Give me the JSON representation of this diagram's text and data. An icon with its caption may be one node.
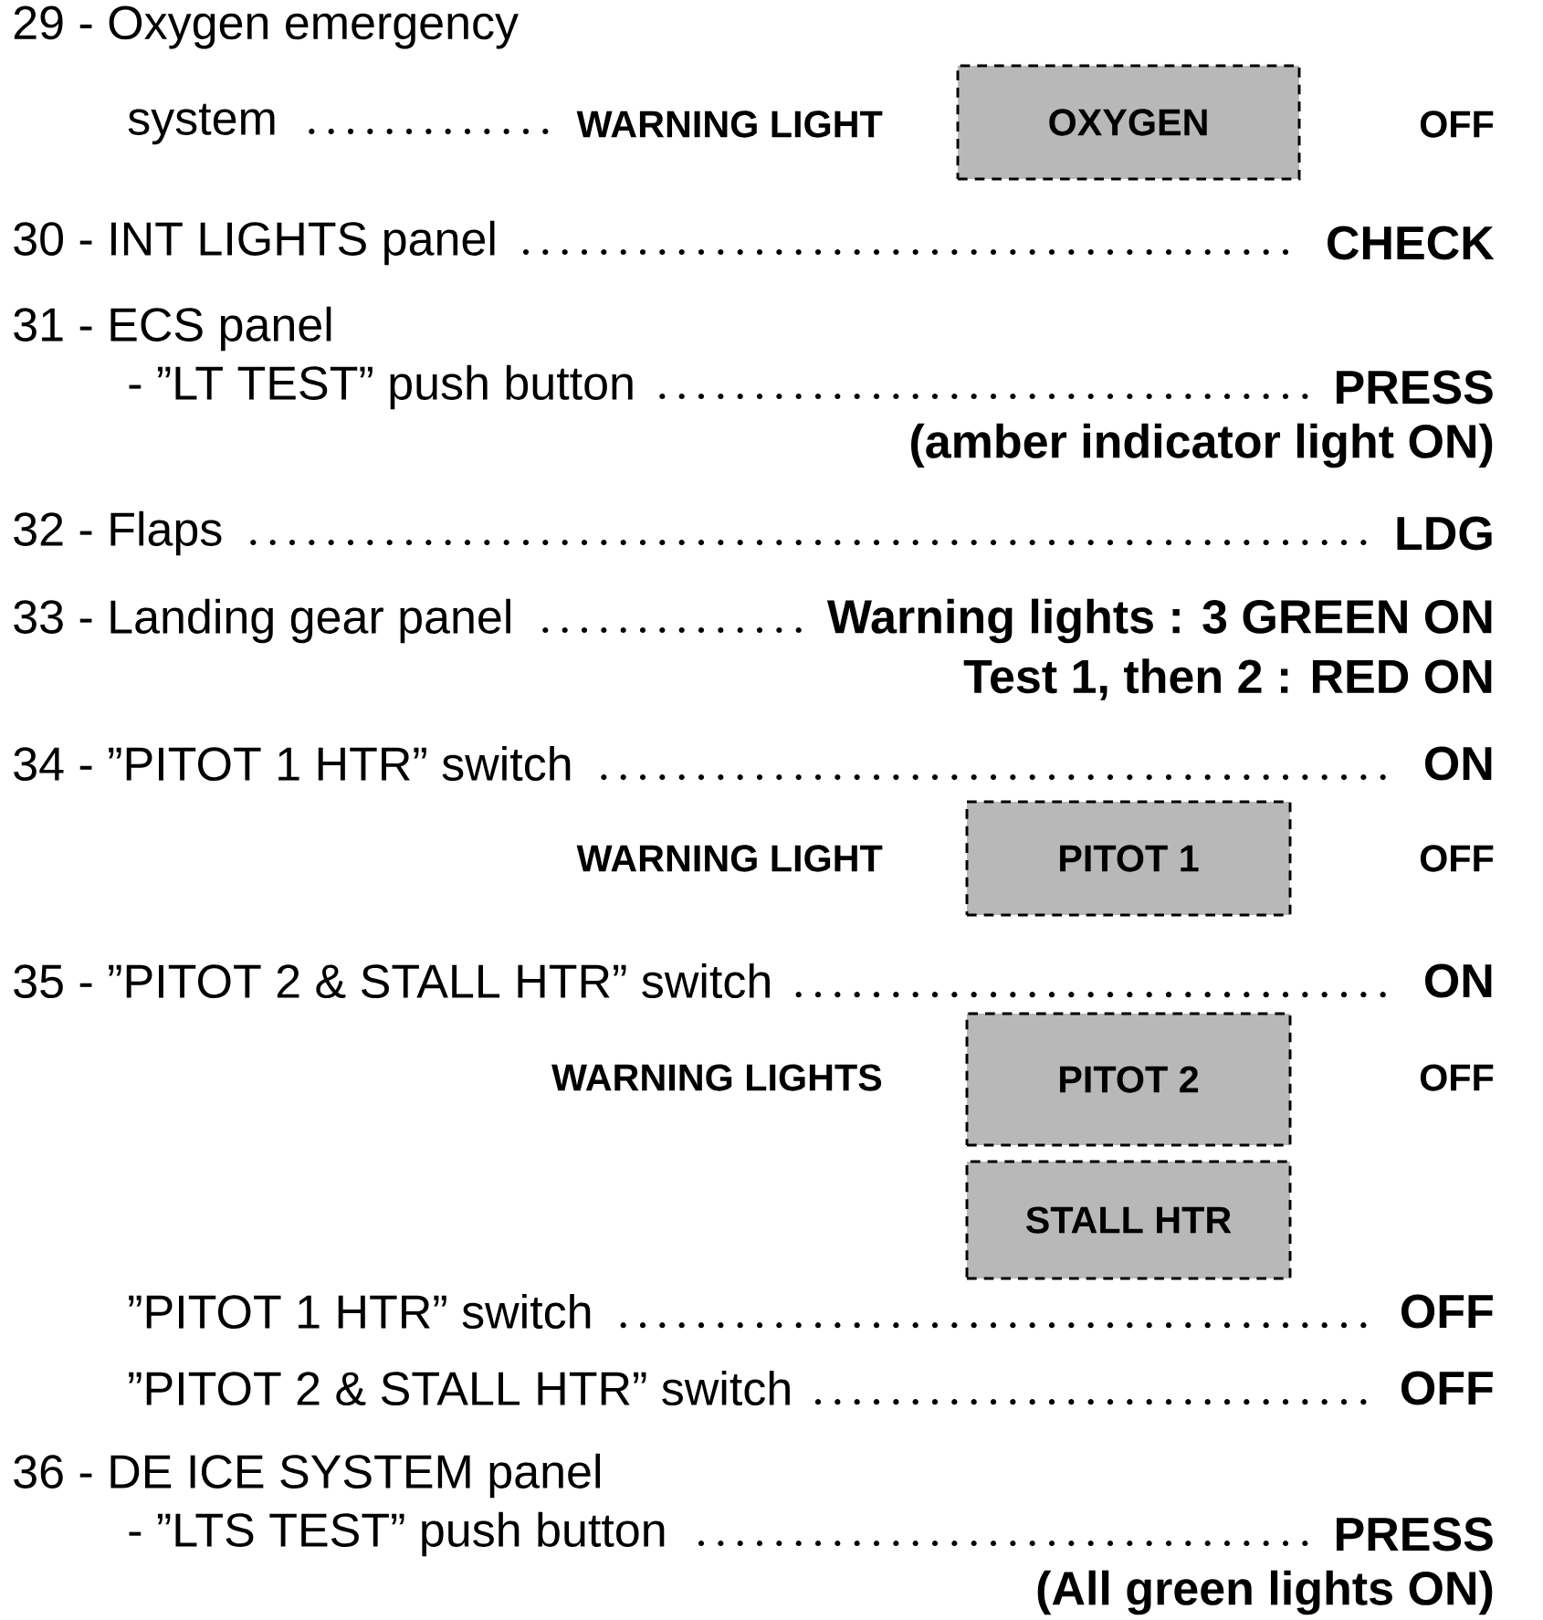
{
  "diagram": {
    "nodes": [
      {
        "text": [
          "OXYGEN"
        ]
      },
      {
        "text": [
          "PITOT 1"
        ]
      },
      {
        "text": [
          "PITOT 2"
        ]
      },
      {
        "text": [
          "STALL HTR"
        ]
      }
    ],
    "labels": [
      "29 - Oxygen emergency",
      "system",
      "WARNING LIGHT",
      "OFF",
      "30 - INT LIGHTS panel",
      "CHECK",
      "31 - ECS panel",
      "- ”LT TEST” push button",
      "PRESS",
      "(amber indicator light ON)",
      "32 - Flaps",
      "LDG",
      "33 - Landing gear panel",
      "Warning lights : 3 GREEN ON",
      "Test 1, then 2 : RED ON",
      "34 - ”PITOT 1 HTR” switch",
      "ON",
      "WARNING LIGHT",
      "OFF",
      "35 - ”PITOT 2 & STALL HTR” switch",
      "ON",
      "WARNING LIGHTS",
      "OFF",
      "”PITOT 1 HTR” switch",
      "OFF",
      "”PITOT 2 & STALL HTR” switch",
      "OFF",
      "36 - DE ICE SYSTEM panel",
      "- ”LTS TEST” push button",
      "PRESS",
      "(All green lights ON)"
    ]
  }
}
